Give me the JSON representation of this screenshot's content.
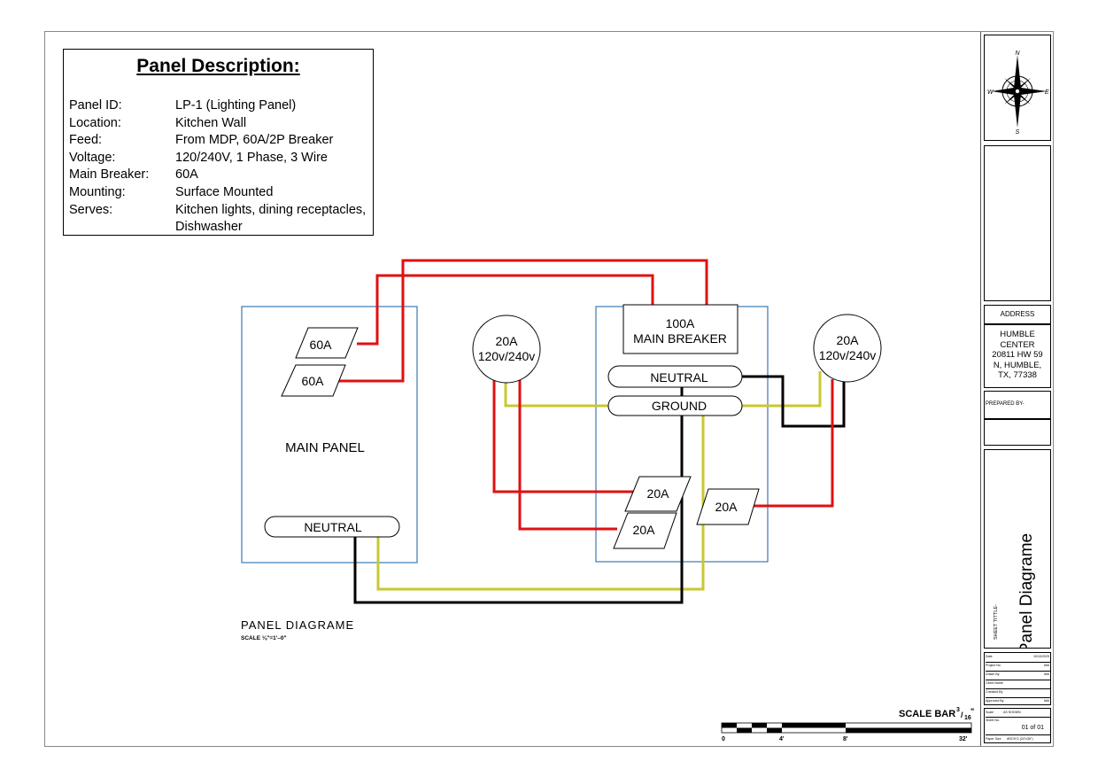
{
  "panel_description": {
    "title": "Panel Description:",
    "rows": [
      {
        "key": "Panel ID:",
        "value": "LP-1 (Lighting Panel)"
      },
      {
        "key": "Location:",
        "value": "Kitchen Wall"
      },
      {
        "key": "Feed:",
        "value": "From MDP, 60A/2P Breaker"
      },
      {
        "key": "Voltage:",
        "value": "120/240V, 1 Phase, 3 Wire"
      },
      {
        "key": "Main Breaker:",
        "value": "60A"
      },
      {
        "key": "Mounting:",
        "value": "Surface Mounted"
      },
      {
        "key": "Serves:",
        "value": "Kitchen lights, dining receptacles,"
      },
      {
        "key": "",
        "value": "Dishwasher"
      }
    ]
  },
  "diagram": {
    "main_panel_label": "MAIN PANEL",
    "main_neutral_label": "NEUTRAL",
    "breaker_60a_top": "60A",
    "breaker_60a_bottom": "60A",
    "sub_main_breaker_line1": "100A",
    "sub_main_breaker_line2": "MAIN BREAKER",
    "sub_neutral_label": "NEUTRAL",
    "sub_ground_label": "GROUND",
    "breaker_20a_left_top": "20A",
    "breaker_20a_left_bottom": "20A",
    "breaker_20a_right": "20A",
    "load_left_line1": "20A",
    "load_left_line2": "120v/240v",
    "load_right_line1": "20A",
    "load_right_line2": "120v/240v",
    "drawing_title": "PANEL DIAGRAME",
    "drawing_scale": "SCALE ⅛\"=1'–0\"",
    "colors": {
      "hot": "#e01010",
      "neutral": "#000000",
      "ground": "#c8c832",
      "panel_border": "#3a78b5"
    }
  },
  "scale_bar": {
    "title": "SCALE BAR",
    "fraction_num": "3",
    "fraction_den": "16",
    "ticks": [
      "0",
      "4'",
      "8'",
      "32'"
    ]
  },
  "title_block": {
    "compass": {
      "n": "N",
      "s": "S",
      "e": "E",
      "w": "W"
    },
    "address_header": "ADDRESS",
    "address_lines": [
      "HUMBLE",
      "CENTER",
      "20811 HW 59",
      "N, HUMBLE,",
      "TX, 77338"
    ],
    "prepared_by": "PREPARED BY-",
    "sheet_title_label": "SHEET TITTLE-",
    "sheet_title": "Panel Diagrame",
    "info_rows": [
      {
        "label": "Date",
        "value": "10/10/2025"
      },
      {
        "label": "Project No.",
        "value": "###"
      },
      {
        "label": "Drawn By",
        "value": "###"
      },
      {
        "label": "Client Name",
        "value": ""
      },
      {
        "label": "Checked By",
        "value": ""
      },
      {
        "label": "Approved By",
        "value": "###"
      }
    ],
    "scale_label": "Scale",
    "scale_value": "AS SHOWN",
    "sheet_no_label": "Sheet No.",
    "sheet_no": "01 of 01",
    "paper_size_label": "Paper Size",
    "paper_size": "ARCH D (24\"x36\")"
  }
}
